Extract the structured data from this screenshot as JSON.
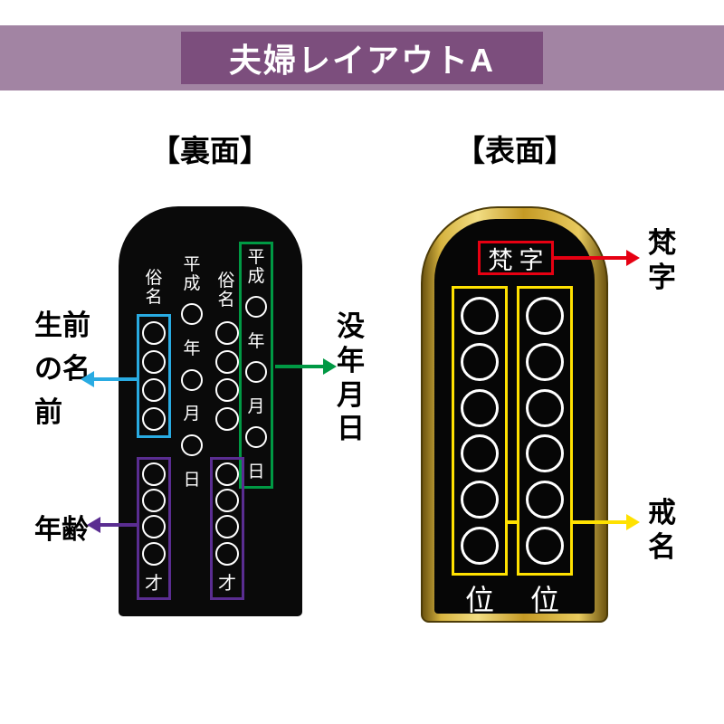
{
  "banner": {
    "title": "夫婦レイアウトA"
  },
  "colors": {
    "banner_band": "#a284a3",
    "banner_box": "#7c4e7d",
    "highlight_cyan": "#29abe2",
    "highlight_green": "#009944",
    "highlight_purple": "#5a2d91",
    "highlight_red": "#e60012",
    "highlight_yellow": "#ffe100",
    "tablet_black": "#0a0a0a",
    "tablet_gold": "#c59a25"
  },
  "back": {
    "heading": "【裏面】",
    "name_header": "俗名",
    "era_label": "平成",
    "year_char": "年",
    "month_char": "月",
    "day_char": "日",
    "age_char": "才",
    "name_circle_count": 4,
    "age_circle_count": 4,
    "annotations": {
      "name": "生前の名前",
      "death_date": "没年月日",
      "age": "年齢"
    }
  },
  "front": {
    "heading": "【表面】",
    "bonji_text": "梵字",
    "rank_char": "位",
    "kaimyo_circle_count": 6,
    "annotations": {
      "bonji": "梵字",
      "kaimyo": "戒名"
    }
  }
}
